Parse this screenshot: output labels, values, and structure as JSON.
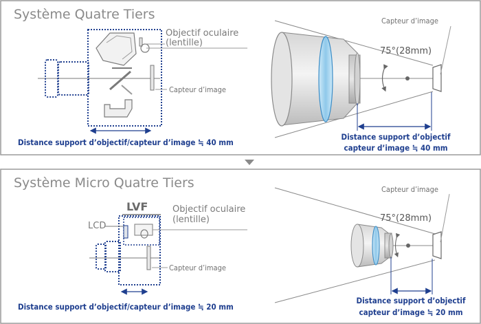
{
  "top": {
    "title": "Système Quatre Tiers",
    "eyepiece_line1": "Objectif oculaire",
    "eyepiece_line2": "(lentille)",
    "sensor_left": "Capteur d’image",
    "sensor_right": "Capteur d’image",
    "angle": "75°(28mm)",
    "distance_left": "Distance support d’objectif/capteur d’image ≒ 40 mm",
    "distance_right_line1": "Distance support d’objectif",
    "distance_right_line2": "capteur d’image ≒ 40 mm"
  },
  "bottom": {
    "title": "Système Micro Quatre Tiers",
    "lvf": "LVF",
    "lcd": "LCD",
    "eyepiece_line1": "Objectif oculaire",
    "eyepiece_line2": "(lentille)",
    "sensor_left": "Capteur d’image",
    "sensor_right": "Capteur d’image",
    "angle": "75°(28mm)",
    "distance_left": "Distance support d’objectif/capteur d’image ≒ 20 mm",
    "distance_right_line1": "Distance support d’objectif",
    "distance_right_line2": "capteur d’image ≒ 20 mm"
  },
  "colors": {
    "dotted_frame": "#1f3f8f",
    "label_blue": "#1f3f8f",
    "lens_blue": "#9fd0ee",
    "panel_border": "#9a9a9a",
    "panel_title": "#8a8a8a"
  }
}
